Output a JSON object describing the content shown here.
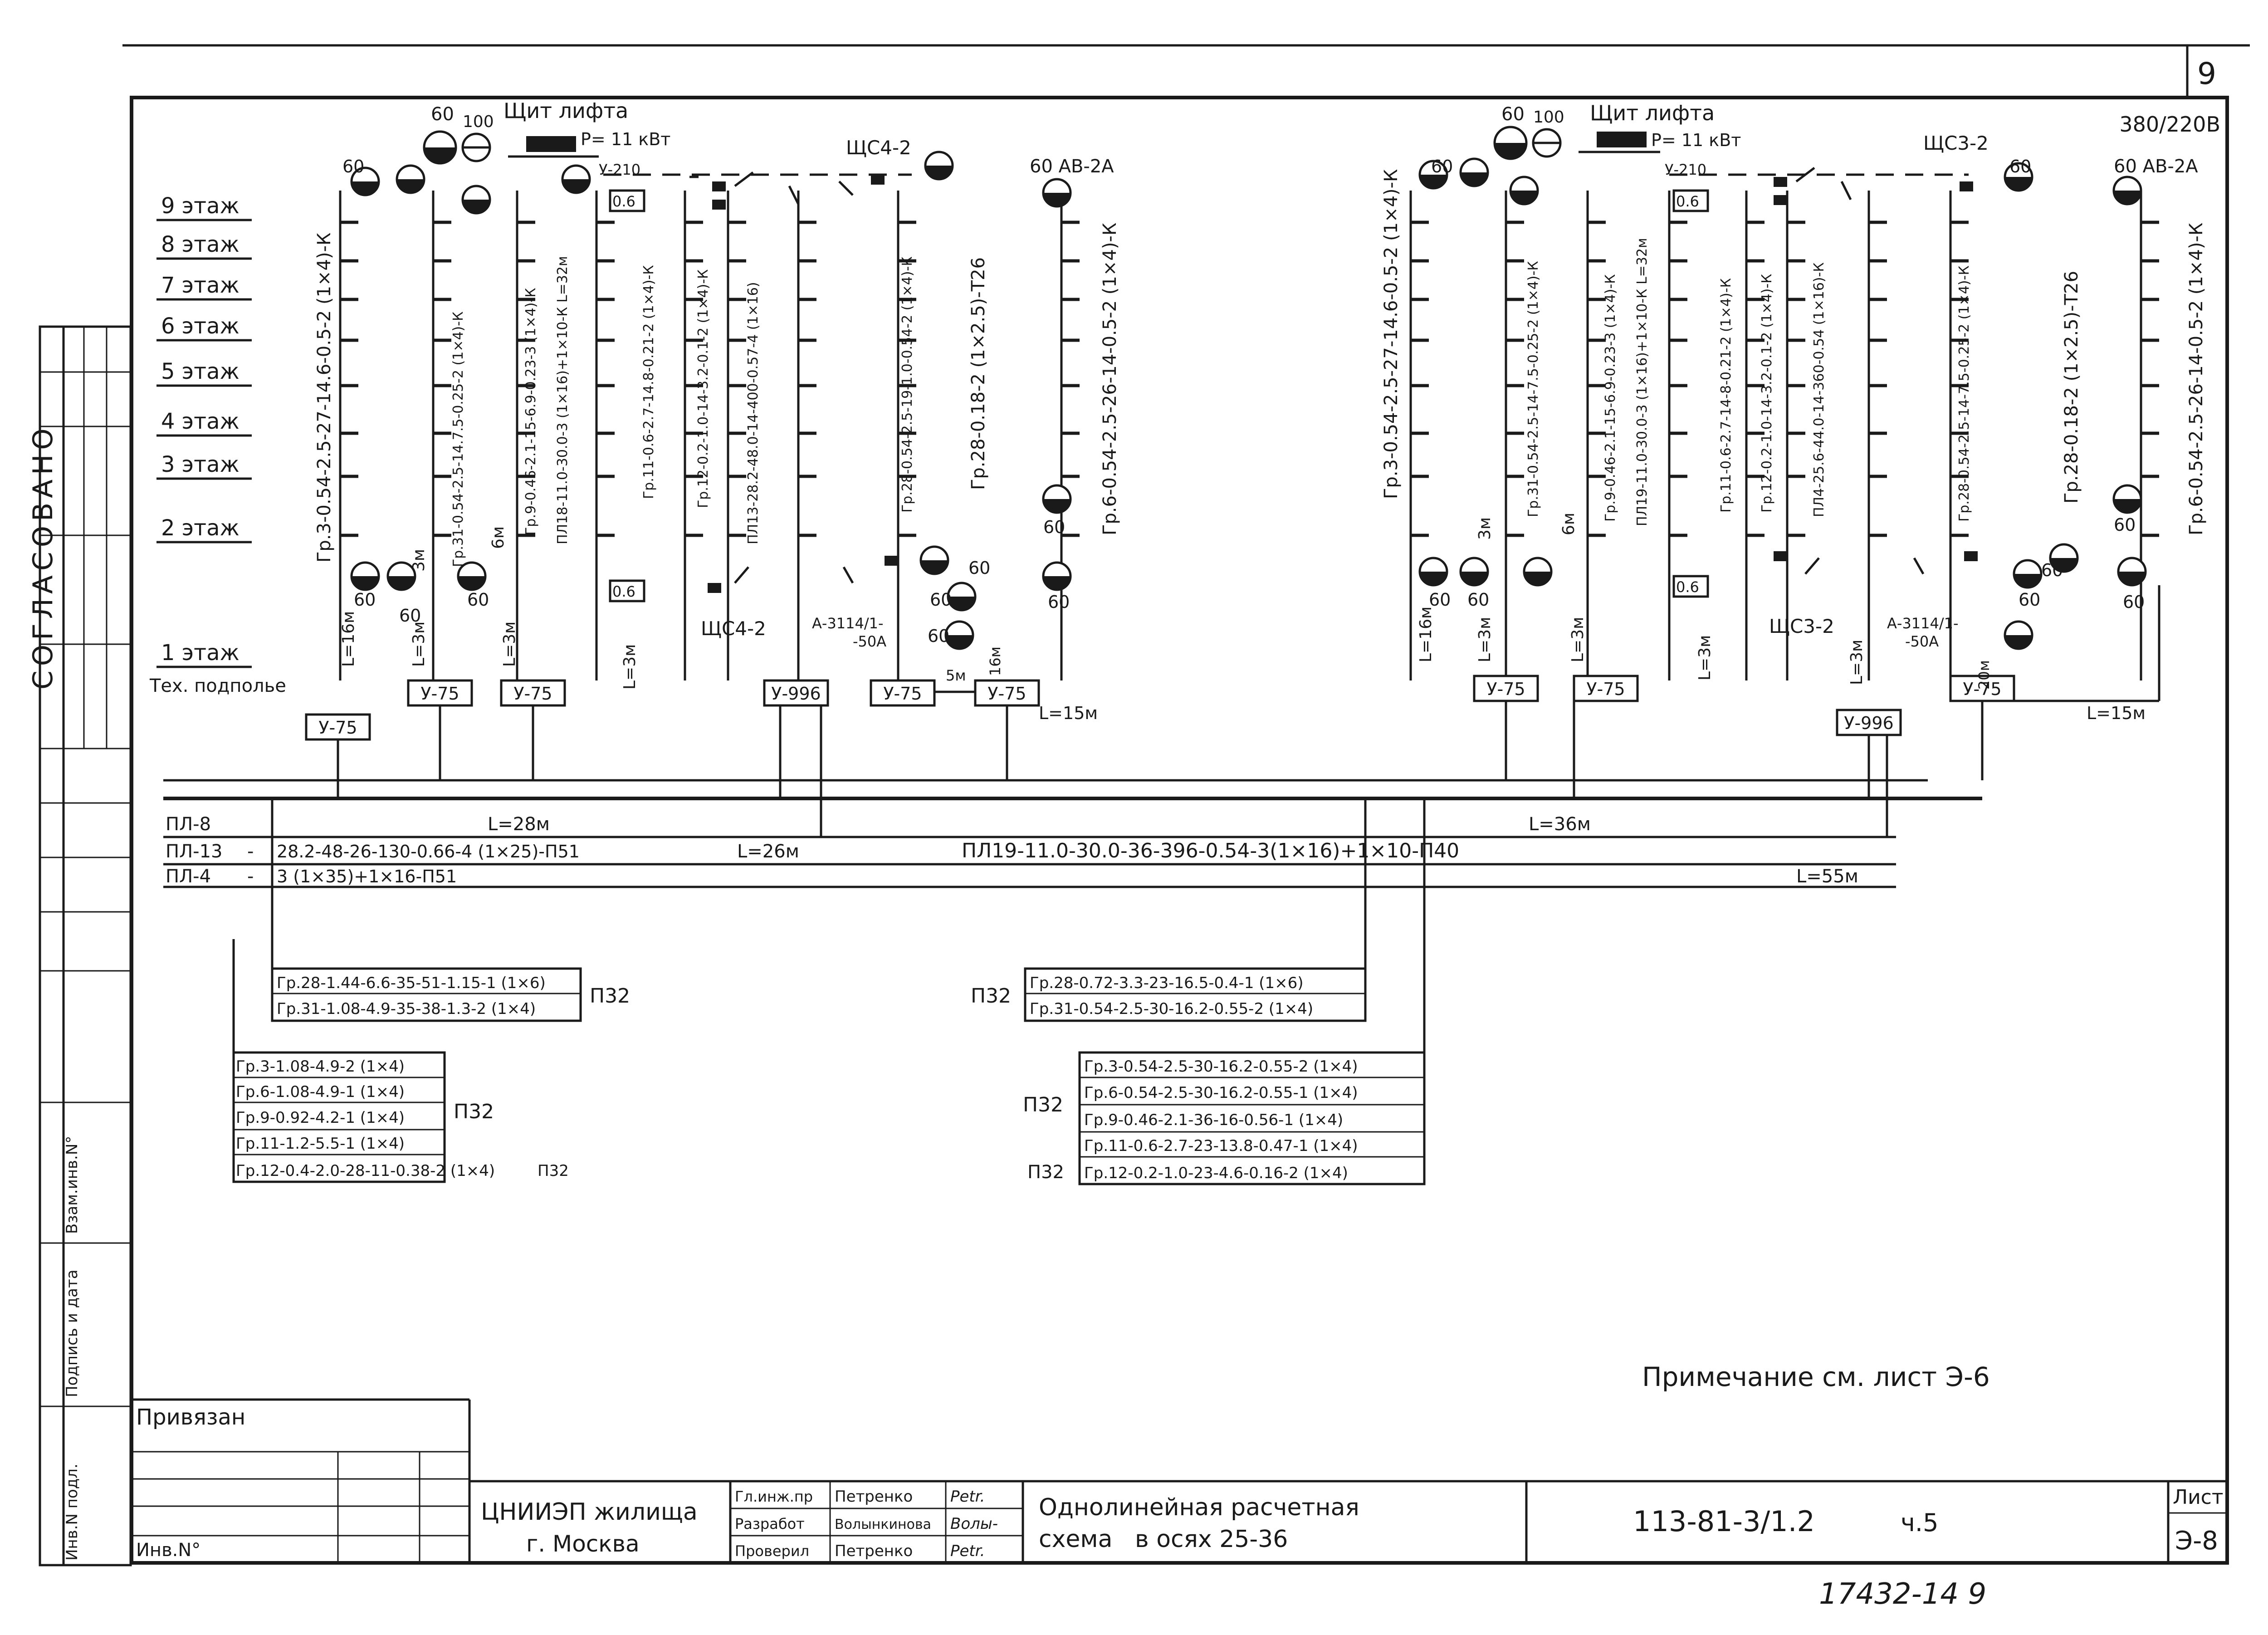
{
  "sheet": {
    "number": "9",
    "voltage": "380/220В",
    "binding_label": "Привязан",
    "inv_label": "Инв.N°",
    "sheet_label": "Лист",
    "sheet_value": "Э-8",
    "archive_number": "17432-14 9",
    "note": "Примечание см. лист Э-6",
    "agreed": "СОГЛАСОВАНО",
    "margin_labels": [
      "Взам.инв.N°",
      "Подпись и дата",
      "Инв.N подл."
    ]
  },
  "title_block": {
    "org_name": "ЦНИИЭП жилища",
    "org_city": "г. Москва",
    "roles": [
      "Гл.инж.пр",
      "Разработ",
      "Проверил"
    ],
    "names": [
      "Петренко",
      "Волынкинова",
      "Петренко"
    ],
    "signatures": [
      "Petr.",
      "Волы-",
      "Petr."
    ],
    "title_line1": "Однолинейная расчетная",
    "title_line2": "схема   в осях 25-36",
    "doc_code": "113-81-3/1.2",
    "part": "ч.5"
  },
  "floors": [
    "9 этаж",
    "8 этаж",
    "7 этаж",
    "6 этаж",
    "5 этаж",
    "4 этаж",
    "3 этаж",
    "2 этаж",
    "1 этаж",
    "Тех. подполье"
  ],
  "left_section": {
    "lift_panel": "Щит лифта",
    "lift_power": "P= 11 кВт",
    "lift_ratings": [
      "60",
      "100"
    ],
    "shc_top": "ЩС4-2",
    "shc_bottom": "ЩС4-2",
    "av": "60 АВ-2А",
    "y210": "У-210",
    "fuse": "0.6",
    "breaker": "А-3114/1-",
    "breaker_amp": "-50А",
    "groups": [
      "Гр.3-0.54-2.5-27-14.6-0.5-2 (1×4)-К",
      "Гр.31-0.54-2.5-14.7.5-0.25-2 (1×4)-К",
      "Гр.9-0.46-2.1-15-6.9-0.23-3 (1×4)-К",
      "ПЛ18-11.0-30.0-3 (1×16)+1×10-К L=32м",
      "Гр.11-0.6-2.7-14.8-0.21-2 (1×4)-К",
      "Гр.12-0.2-1.0-14-3.2-0.1-2 (1×4)-К",
      "ПЛ13-28.2-48.0-14-400-0.57-4 (1×16)",
      "Гр.28-0.54-2.5-19-1.0-0.54-2 (1×4)-К",
      "Гр.28-0.18-2 (1×2.5)-Т26",
      "Гр.6-0.54-2.5-26-14-0.5-2 (1×4)-К"
    ],
    "boxes": [
      "У-75",
      "У-75",
      "У-75",
      "У-996",
      "У-75",
      "У-75"
    ],
    "lengths": [
      "L=16м",
      "L=3м",
      "L=3м",
      "L=3м",
      "5м",
      "16м",
      "L=15м",
      "3м",
      "6м"
    ],
    "lamp_values": [
      "60",
      "60",
      "60",
      "60",
      "60",
      "60",
      "60",
      "60",
      "60"
    ]
  },
  "right_section": {
    "lift_panel": "Щит лифта",
    "lift_power": "P= 11 кВт",
    "lift_ratings": [
      "60",
      "100"
    ],
    "shc_top": "ЩС3-2",
    "shc_bottom": "ЩС3-2",
    "av": "60 АВ-2А",
    "y210": "У-210",
    "fuse": "0.6",
    "breaker": "А-3114/1-",
    "breaker_amp": "-50А",
    "groups": [
      "Гр.3-0.54-2.5-27-14.6-0.5-2 (1×4)-К",
      "Гр.31-0.54-2.5-14-7.5-0.25-2 (1×4)-К",
      "Гр.9-0.46-2.1-15-6.9-0.23-3 (1×4)-К",
      "ПЛ19-11.0-30.0-3 (1×16)+1×10-К L=32м",
      "Гр.11-0.6-2.7-14-8-0.21-2 (1×4)-К",
      "Гр.12-0.2-1.0-14-3.2-0.1-2 (1×4)-К",
      "ПЛ4-25.6-44.0-14-360-0.54 (1×16)-К",
      "Гр.28-0.54-2.5-14-7.5-0.25-2 (1×4)-К",
      "Гр.28-0.18-2 (1×2.5)-Т26",
      "Гр.6-0.54-2.5-26-14-0.5-2 (1×4)-К"
    ],
    "boxes": [
      "У-75",
      "У-75",
      "У-996",
      "У-75"
    ],
    "lengths": [
      "L=16м",
      "L=3м",
      "L=3м",
      "L=3м",
      "L=3м",
      "20м",
      "L=15м",
      "3м",
      "6м"
    ],
    "lamp_values": [
      "60",
      "60",
      "60",
      "60",
      "60",
      "60",
      "60",
      "60"
    ]
  },
  "feeders": {
    "pl8": "ПЛ-8",
    "pl13": "ПЛ-13",
    "pl4": "ПЛ-4",
    "pl13_spec": "28.2-48-26-130-0.66-4 (1×25)-П51",
    "pl4_spec": "3 (1×35)+1×16-П51",
    "pl19_spec": "ПЛ19-11.0-30.0-36-396-0.54-3(1×16)+1×10-П40",
    "len_28": "L=28м",
    "len_26": "L=26м",
    "len_36": "L=36м",
    "len_55": "L=55м",
    "dash": "-"
  },
  "group_tables": {
    "t1": {
      "rows": [
        "Гр.28-1.44-6.6-35-51-1.15-1 (1×6)",
        "Гр.31-1.08-4.9-35-38-1.3-2 (1×4)"
      ],
      "conduit": "П32"
    },
    "t2": {
      "rows": [
        "Гр.3-1.08-4.9-2 (1×4)",
        "Гр.6-1.08-4.9-1 (1×4)",
        "Гр.9-0.92-4.2-1 (1×4)",
        "Гр.11-1.2-5.5-1 (1×4)",
        "Гр.12-0.4-2.0-28-11-0.38-2 (1×4)"
      ],
      "conduit": "П32",
      "conduit_last": "П32"
    },
    "t3": {
      "rows": [
        "Гр.28-0.72-3.3-23-16.5-0.4-1 (1×6)",
        "Гр.31-0.54-2.5-30-16.2-0.55-2 (1×4)"
      ],
      "conduit": "П32"
    },
    "t4": {
      "rows": [
        "Гр.3-0.54-2.5-30-16.2-0.55-2 (1×4)",
        "Гр.6-0.54-2.5-30-16.2-0.55-1 (1×4)",
        "Гр.9-0.46-2.1-36-16-0.56-1 (1×4)",
        "Гр.11-0.6-2.7-23-13.8-0.47-1 (1×4)",
        "Гр.12-0.2-1.0-23-4.6-0.16-2 (1×4)"
      ],
      "conduit": "П32",
      "conduit_last": "П32"
    }
  }
}
